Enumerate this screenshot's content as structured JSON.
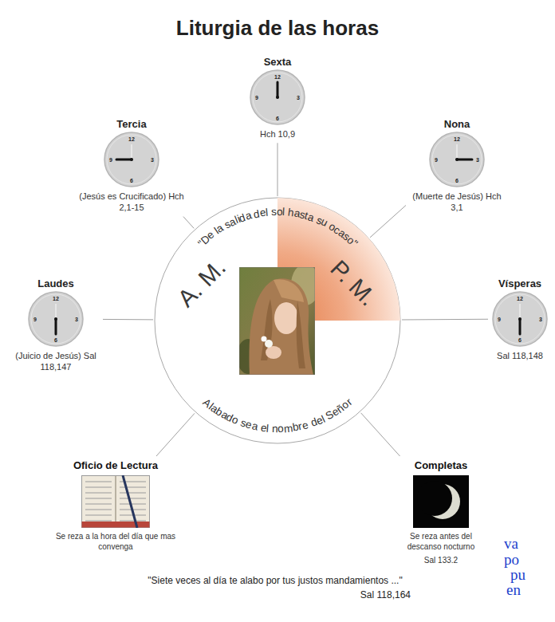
{
  "diagram": {
    "title": "Liturgia de las horas",
    "nodes": [
      {
        "text": [
          "Sexta",
          "Hch 10,9"
        ]
      },
      {
        "text": [
          "Tercia",
          "(Jesús es Crucificado) Hch 2,1-15"
        ]
      },
      {
        "text": [
          "Nona",
          "(Muerte de Jesús) Hch 3,1"
        ]
      },
      {
        "text": [
          "Laudes",
          "(Juicio de Jesús) Sal 118,147"
        ]
      },
      {
        "text": [
          "\"De la salida del sol hasta su ocaso\"",
          "A. M.",
          "P. M.",
          "Alabado sea el nombre del Señor"
        ]
      },
      {
        "text": [
          "Vísperas",
          "Sal 118,148"
        ]
      },
      {
        "text": [
          "Oficio de Lectura",
          "Se reza a la hora del día que mas convenga"
        ]
      },
      {
        "text": [
          "Completas",
          "Se reza antes del descanso nocturno",
          "Sal 133.2"
        ]
      }
    ],
    "edges": [
      {
        "from": 4,
        "to": 0,
        "arrow": "none"
      },
      {
        "from": 4,
        "to": 1,
        "arrow": "none"
      },
      {
        "from": 4,
        "to": 2,
        "arrow": "none"
      },
      {
        "from": 4,
        "to": 3,
        "arrow": "none"
      },
      {
        "from": 4,
        "to": 5,
        "arrow": "none"
      },
      {
        "from": 4,
        "to": 6,
        "arrow": "none"
      },
      {
        "from": 4,
        "to": 7,
        "arrow": "none"
      }
    ],
    "labels": [
      "12",
      "9",
      "3",
      "6",
      "12",
      "9",
      "3",
      "6",
      "12",
      "9",
      "3",
      "6",
      "12",
      "9",
      "3",
      "6",
      "12",
      "9",
      "3",
      "6",
      "va",
      "po",
      "pu",
      "en",
      "\"Siete veces al día te alabo por tus justos mandamientos ...\"",
      "Sal 118,164"
    ]
  }
}
